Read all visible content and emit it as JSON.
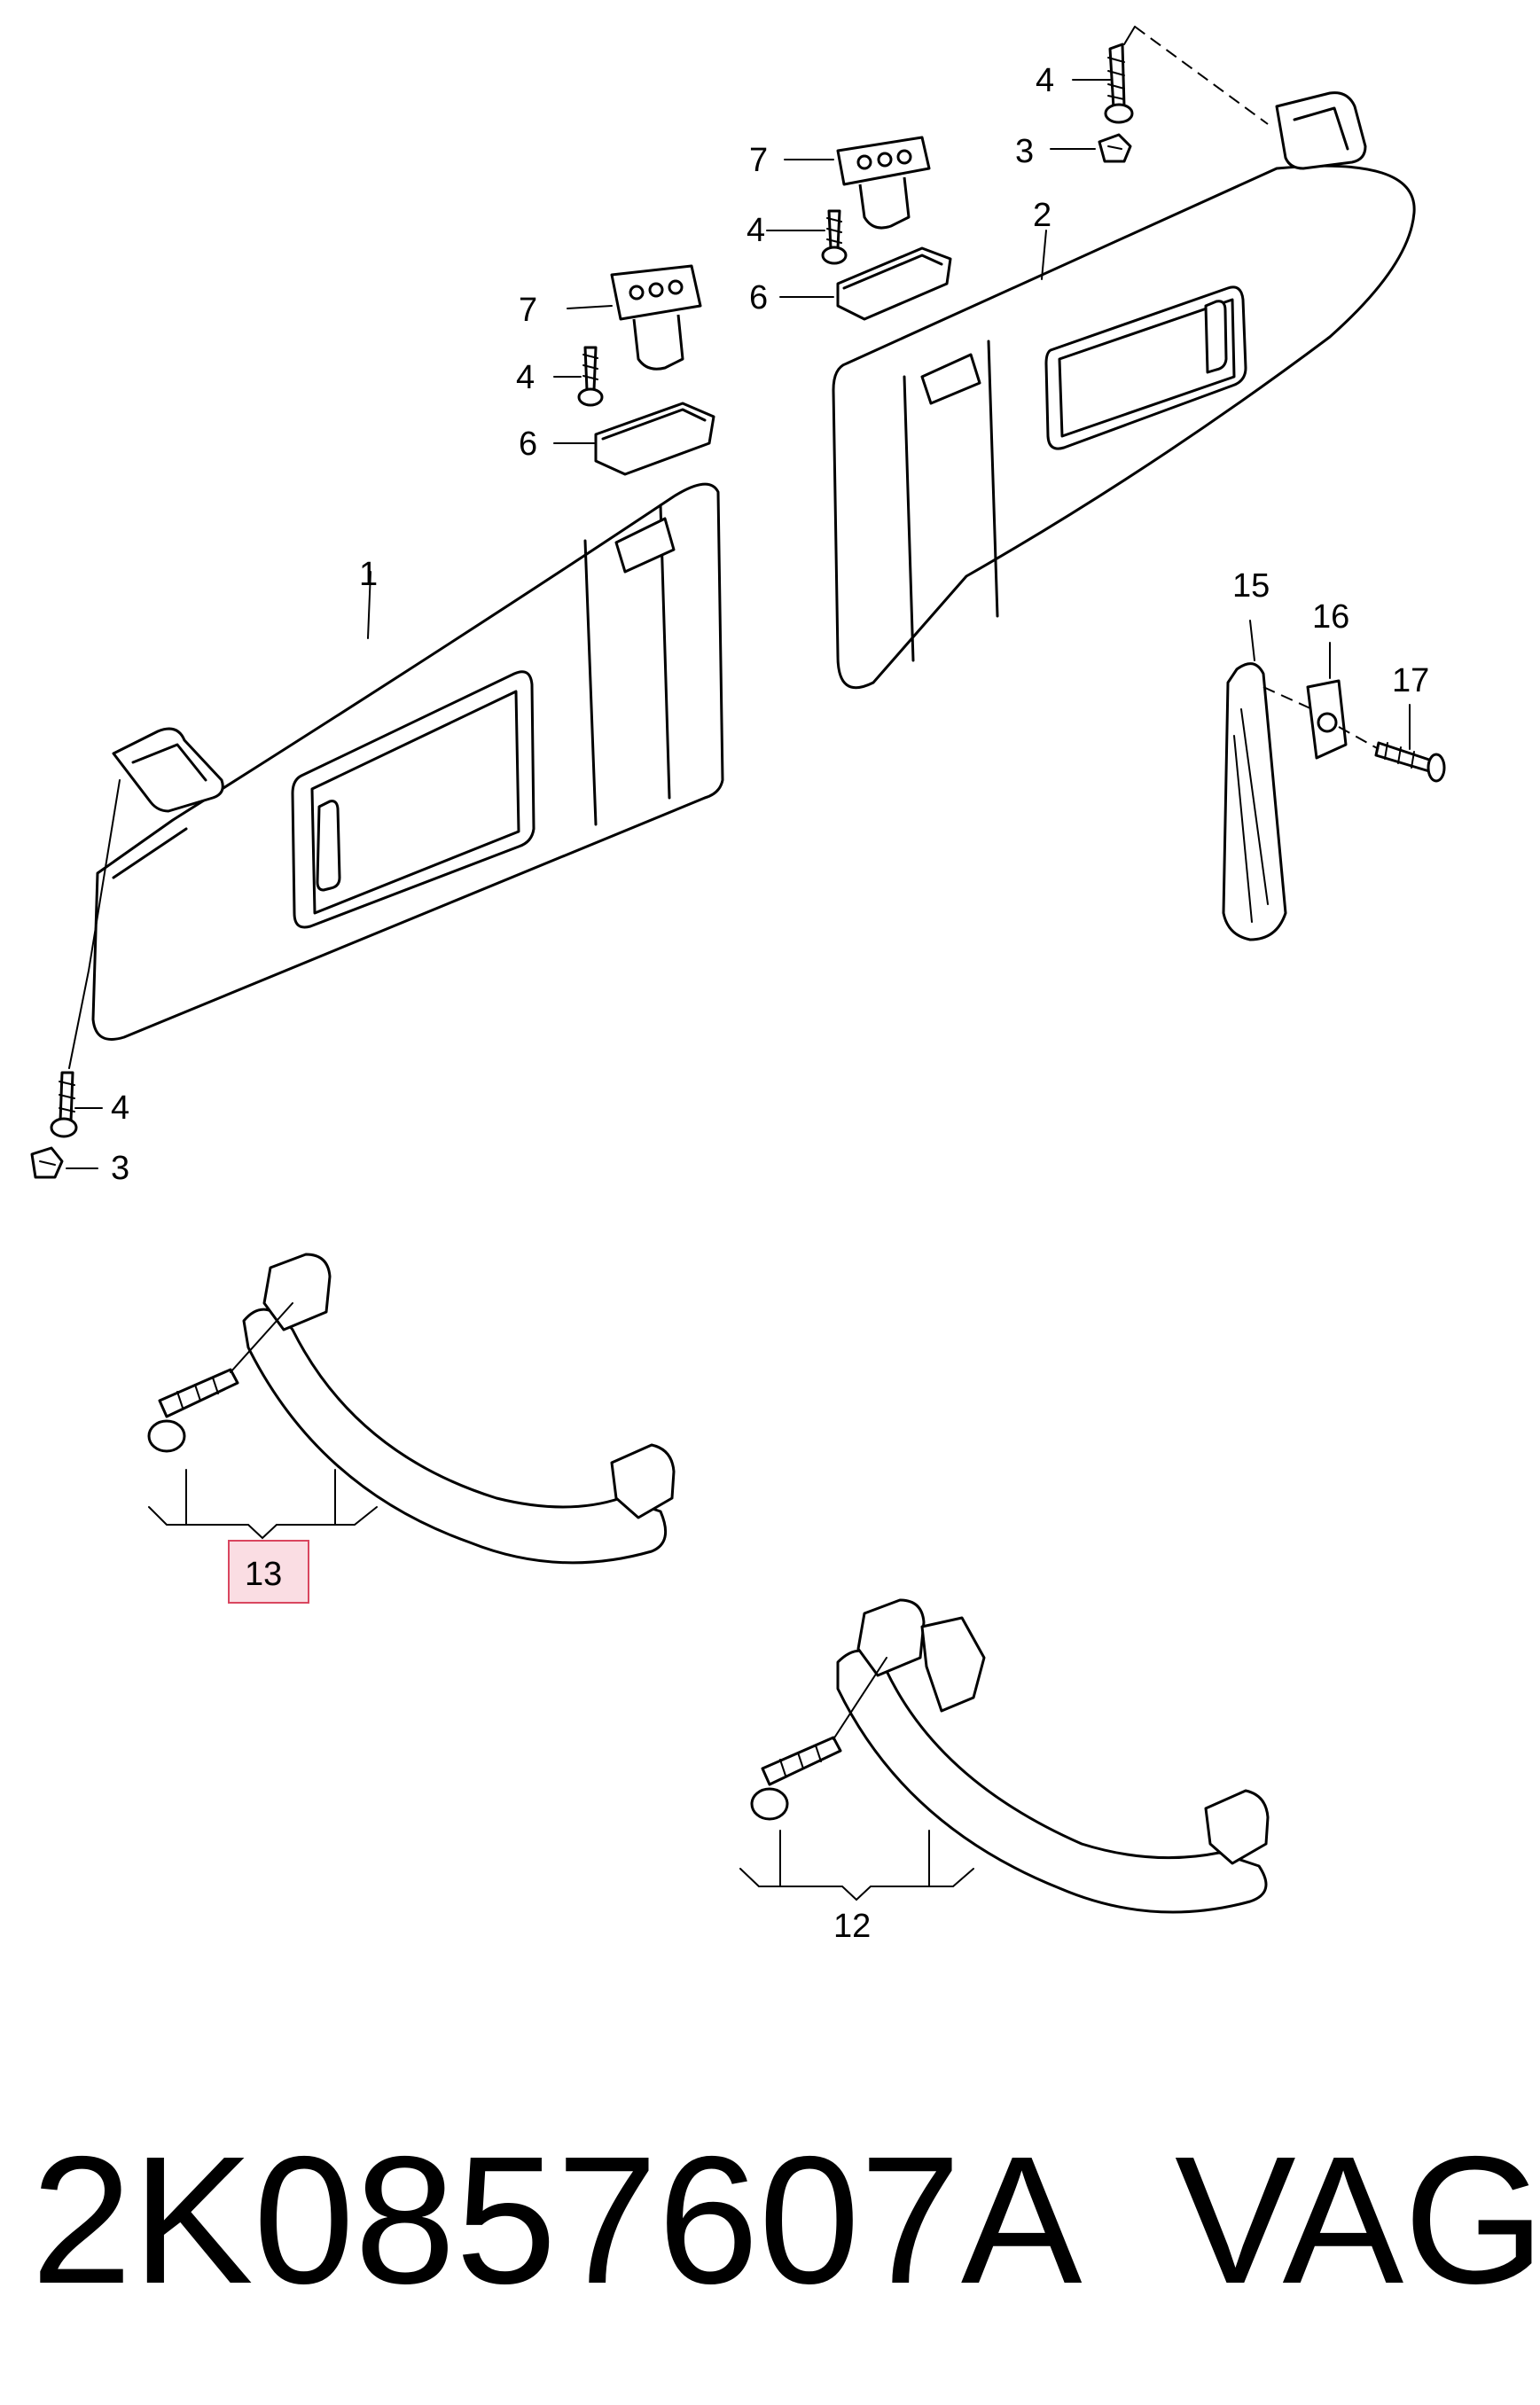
{
  "callouts": {
    "c1": "1",
    "c2": "2",
    "c3a": "3",
    "c3b": "3",
    "c4a": "4",
    "c4b": "4",
    "c4c": "4",
    "c4d": "4",
    "c6a": "6",
    "c6b": "6",
    "c7a": "7",
    "c7b": "7",
    "c12": "12",
    "c13": "13",
    "c15": "15",
    "c16": "16",
    "c17": "17"
  },
  "footer": {
    "part_number": "2K0857607A",
    "brand": "VAG"
  },
  "colors": {
    "highlight_fill": "#fadde3",
    "highlight_stroke": "#d9465f",
    "line": "#000000"
  }
}
